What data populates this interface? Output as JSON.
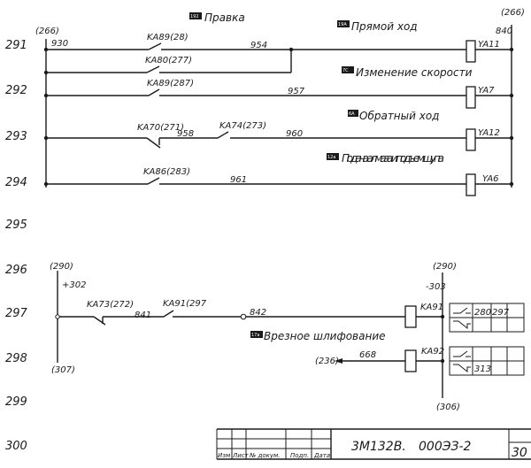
{
  "row_numbers": [
    "291",
    "292",
    "293",
    "294",
    "295",
    "296",
    "297",
    "298",
    "299",
    "300"
  ],
  "top_block": {
    "left_bus_ref": "(266)",
    "right_bus_ref": "(266)",
    "left_wire": "930",
    "right_wire": "840",
    "rungs": [
      {
        "contacts": [
          "KA89(28)"
        ],
        "wire": "954",
        "coil": "YA11",
        "annotation_tag": "192",
        "annotation": "Правка"
      },
      {
        "contacts": [
          "KA80(277)"
        ],
        "wire": "",
        "coil": "",
        "annotation_tag": "19A",
        "annotation": "Прямой ход"
      },
      {
        "contacts": [
          "KA89(287)"
        ],
        "wire": "957",
        "coil": "YA7",
        "annotation_tag": "7C",
        "annotation": "Изменение скорости"
      },
      {
        "contacts": [
          "KA70(271)",
          "KA74(273)"
        ],
        "wires": [
          "958",
          "960"
        ],
        "coil": "YA12",
        "annotation_tag": "6A",
        "annotation": "Обратный ход"
      },
      {
        "contacts": [
          "KA86(283)"
        ],
        "wire": "961",
        "coil": "YA6",
        "annotation_tag": "12a",
        "annotation": "Подача алмаза и подъем щупа"
      }
    ]
  },
  "bottom_block": {
    "left_bus_top_ref": "(290)",
    "left_bus_label": "+302",
    "left_bus_bottom_ref": "(307)",
    "right_bus_top_ref": "(290)",
    "right_bus_label": "-303",
    "right_bus_bottom_ref": "(306)",
    "rung1": {
      "contacts": [
        "KA73(272)",
        "KA91(297"
      ],
      "wires": [
        "841",
        "842"
      ],
      "coil": "KA91",
      "annotation_tag": "17a",
      "annotation": "Врезное шлифование",
      "contact_table": [
        [
          "280",
          "297",
          ""
        ],
        [
          "",
          "",
          ""
        ]
      ]
    },
    "rung2": {
      "source_ref": "(236)",
      "wire": "668",
      "coil": "KA92",
      "contact_table": [
        [
          "",
          "",
          ""
        ],
        [
          "313",
          "",
          ""
        ]
      ]
    }
  },
  "title_block": {
    "headers": [
      "Изм",
      "Лист",
      "№ докум.",
      "Подп.",
      "Дата"
    ],
    "designation": "3М132В.",
    "doc_code": "000ЭЗ-2",
    "sheet": "30"
  }
}
